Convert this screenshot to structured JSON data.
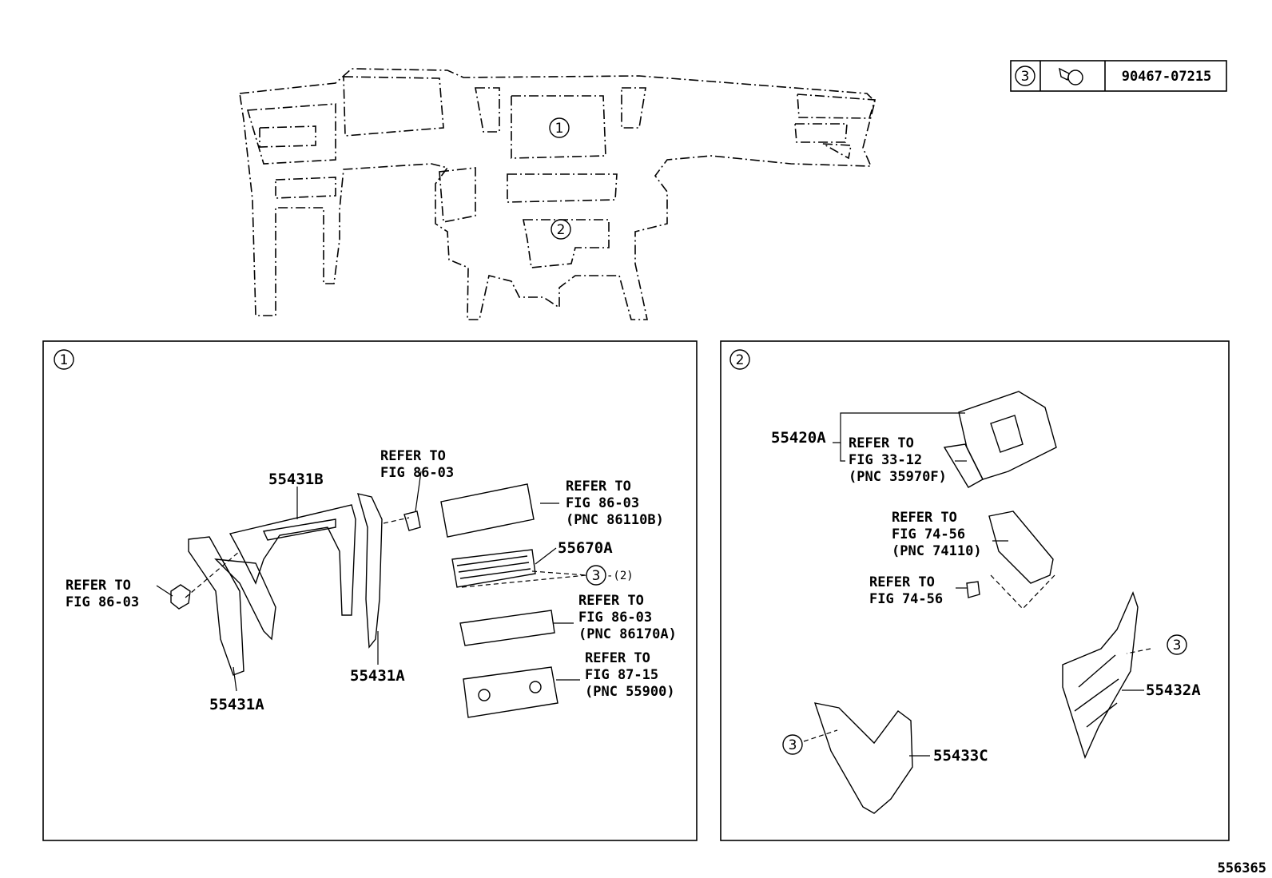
{
  "legend": {
    "key": "3",
    "part_number": "90467-07215",
    "icon": "clip-icon"
  },
  "overview": {
    "callout_1": "1",
    "callout_2": "2"
  },
  "panel_1": {
    "id": "1",
    "labels": {
      "p55431B": "55431B",
      "p55431A_left": "55431A",
      "p55431A_right": "55431A",
      "p55670A": "55670A",
      "clip_ref": "3",
      "clip_qty": "-(2)",
      "ref_left_1": "REFER TO",
      "ref_left_2": "FIG 86-03",
      "ref_top_1": "REFER TO",
      "ref_top_2": "FIG 86-03",
      "ref_a_1": "REFER TO",
      "ref_a_2": "FIG 86-03",
      "ref_a_3": "(PNC 86110B)",
      "ref_b_1": "REFER TO",
      "ref_b_2": "FIG 86-03",
      "ref_b_3": "(PNC 86170A)",
      "ref_c_1": "REFER TO",
      "ref_c_2": "FIG 87-15",
      "ref_c_3": "(PNC 55900)"
    }
  },
  "panel_2": {
    "id": "2",
    "labels": {
      "p55420A": "55420A",
      "ref_d_1": "REFER TO",
      "ref_d_2": "FIG 33-12",
      "ref_d_3": "(PNC 35970F)",
      "ref_e_1": "REFER TO",
      "ref_e_2": "FIG 74-56",
      "ref_e_3": "(PNC 74110)",
      "ref_f_1": "REFER TO",
      "ref_f_2": "FIG 74-56",
      "p55432A": "55432A",
      "p55433C": "55433C",
      "clip_ref_a": "3",
      "clip_ref_b": "3"
    }
  },
  "figure_number": "556365"
}
